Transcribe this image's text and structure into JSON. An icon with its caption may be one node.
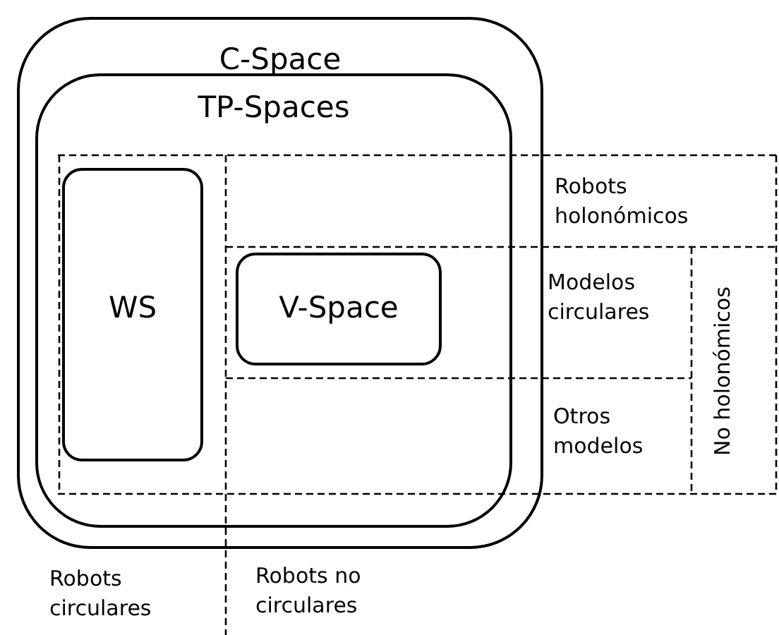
{
  "diagram": {
    "nodes": [
      {
        "text": [
          "C-Space"
        ]
      },
      {
        "text": [
          "TP-Spaces"
        ],
        "in": 0
      },
      {
        "text": [
          "WS"
        ],
        "in": 1
      },
      {
        "text": [
          "V-Space"
        ],
        "in": 1
      }
    ],
    "labels": [
      "Robots holonómicos",
      "Modelos circulares",
      "No holonómicos",
      "Otros modelos",
      "Robots circulares",
      "Robots no circulares"
    ]
  }
}
